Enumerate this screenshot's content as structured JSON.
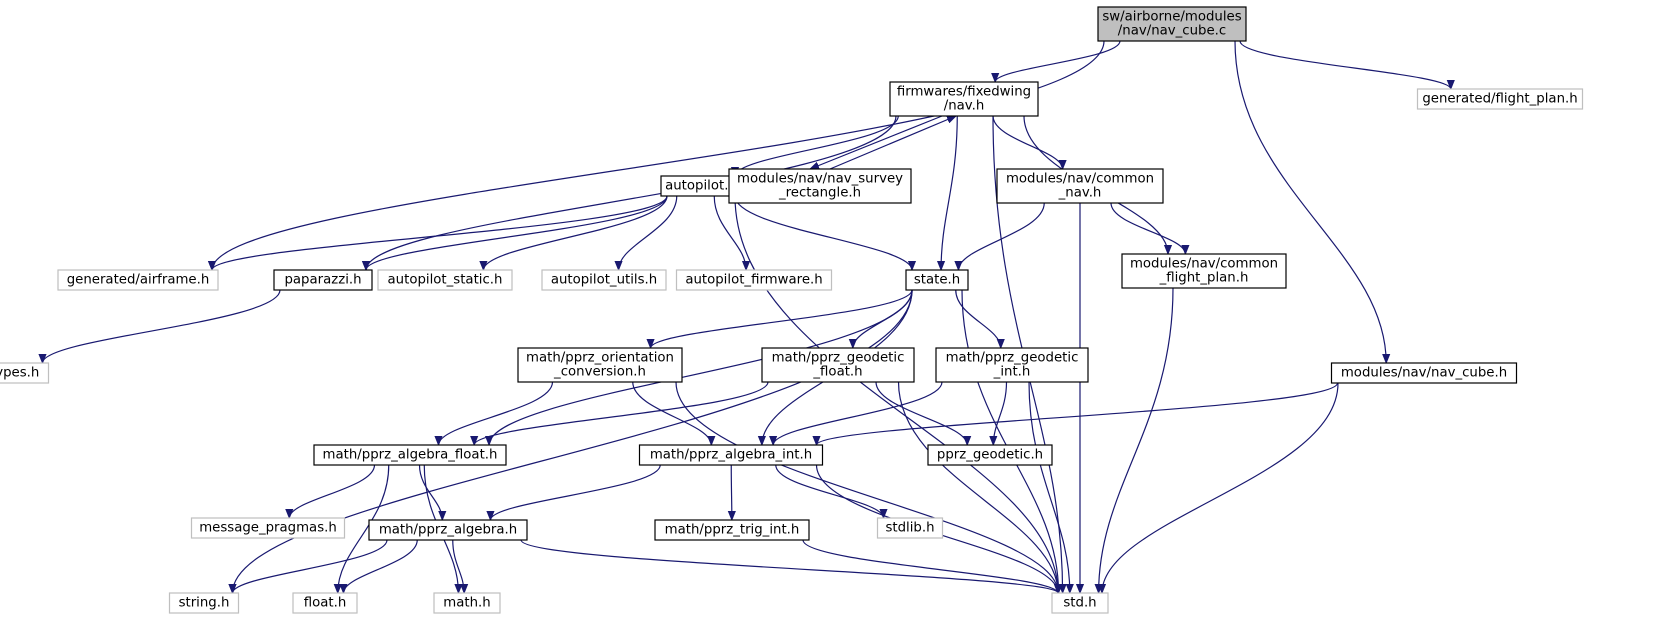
{
  "diagram": {
    "nodes": [
      {
        "id": "nav_cube_c",
        "lines": [
          "sw/airborne/modules",
          "/nav/nav_cube.c"
        ],
        "kind": "root"
      },
      {
        "id": "fixedwing_nav",
        "lines": [
          "firmwares/fixedwing",
          "/nav.h"
        ],
        "kind": "documented"
      },
      {
        "id": "flight_plan",
        "lines": [
          "generated/flight_plan.h"
        ],
        "kind": "external"
      },
      {
        "id": "autopilot",
        "lines": [
          "autopilot.h"
        ],
        "kind": "documented"
      },
      {
        "id": "nav_survey_rect",
        "lines": [
          "modules/nav/nav_survey",
          "_rectangle.h"
        ],
        "kind": "documented"
      },
      {
        "id": "common_nav",
        "lines": [
          "modules/nav/common",
          "_nav.h"
        ],
        "kind": "documented"
      },
      {
        "id": "airframe",
        "lines": [
          "generated/airframe.h"
        ],
        "kind": "external"
      },
      {
        "id": "paparazzi",
        "lines": [
          "paparazzi.h"
        ],
        "kind": "documented"
      },
      {
        "id": "autopilot_static",
        "lines": [
          "autopilot_static.h"
        ],
        "kind": "external"
      },
      {
        "id": "autopilot_utils",
        "lines": [
          "autopilot_utils.h"
        ],
        "kind": "external"
      },
      {
        "id": "autopilot_firmware",
        "lines": [
          "autopilot_firmware.h"
        ],
        "kind": "external"
      },
      {
        "id": "state",
        "lines": [
          "state.h"
        ],
        "kind": "documented"
      },
      {
        "id": "common_flight_plan",
        "lines": [
          "modules/nav/common",
          "_flight_plan.h"
        ],
        "kind": "documented"
      },
      {
        "id": "inttypes",
        "lines": [
          "inttypes.h"
        ],
        "kind": "external"
      },
      {
        "id": "orientation_conv",
        "lines": [
          "math/pprz_orientation",
          "_conversion.h"
        ],
        "kind": "documented"
      },
      {
        "id": "geodetic_float",
        "lines": [
          "math/pprz_geodetic",
          "_float.h"
        ],
        "kind": "documented"
      },
      {
        "id": "geodetic_int",
        "lines": [
          "math/pprz_geodetic",
          "_int.h"
        ],
        "kind": "documented"
      },
      {
        "id": "nav_cube_h",
        "lines": [
          "modules/nav/nav_cube.h"
        ],
        "kind": "documented"
      },
      {
        "id": "algebra_float",
        "lines": [
          "math/pprz_algebra_float.h"
        ],
        "kind": "documented"
      },
      {
        "id": "algebra_int",
        "lines": [
          "math/pprz_algebra_int.h"
        ],
        "kind": "documented"
      },
      {
        "id": "pprz_geodetic",
        "lines": [
          "pprz_geodetic.h"
        ],
        "kind": "documented"
      },
      {
        "id": "message_pragmas",
        "lines": [
          "message_pragmas.h"
        ],
        "kind": "external"
      },
      {
        "id": "algebra",
        "lines": [
          "math/pprz_algebra.h"
        ],
        "kind": "documented"
      },
      {
        "id": "trig_int",
        "lines": [
          "math/pprz_trig_int.h"
        ],
        "kind": "documented"
      },
      {
        "id": "stdlib",
        "lines": [
          "stdlib.h"
        ],
        "kind": "external"
      },
      {
        "id": "string",
        "lines": [
          "string.h"
        ],
        "kind": "external"
      },
      {
        "id": "float",
        "lines": [
          "float.h"
        ],
        "kind": "external"
      },
      {
        "id": "math",
        "lines": [
          "math.h"
        ],
        "kind": "external"
      },
      {
        "id": "std",
        "lines": [
          "std.h"
        ],
        "kind": "external"
      }
    ],
    "edges": [
      [
        "nav_cube_c",
        "fixedwing_nav"
      ],
      [
        "nav_cube_c",
        "flight_plan"
      ],
      [
        "nav_cube_c",
        "airframe"
      ],
      [
        "nav_cube_c",
        "nav_cube_h"
      ],
      [
        "fixedwing_nav",
        "autopilot"
      ],
      [
        "fixedwing_nav",
        "nav_survey_rect"
      ],
      [
        "fixedwing_nav",
        "common_nav"
      ],
      [
        "fixedwing_nav",
        "paparazzi"
      ],
      [
        "fixedwing_nav",
        "state"
      ],
      [
        "fixedwing_nav",
        "common_flight_plan"
      ],
      [
        "fixedwing_nav",
        "std"
      ],
      [
        "nav_survey_rect",
        "fixedwing_nav"
      ],
      [
        "autopilot",
        "airframe"
      ],
      [
        "autopilot",
        "paparazzi"
      ],
      [
        "autopilot",
        "autopilot_static"
      ],
      [
        "autopilot",
        "autopilot_utils"
      ],
      [
        "autopilot",
        "autopilot_firmware"
      ],
      [
        "autopilot",
        "state"
      ],
      [
        "autopilot",
        "std"
      ],
      [
        "common_nav",
        "state"
      ],
      [
        "common_nav",
        "common_flight_plan"
      ],
      [
        "common_nav",
        "std"
      ],
      [
        "paparazzi",
        "inttypes"
      ],
      [
        "state",
        "orientation_conv"
      ],
      [
        "state",
        "geodetic_float"
      ],
      [
        "state",
        "geodetic_int"
      ],
      [
        "state",
        "algebra_float"
      ],
      [
        "state",
        "algebra_int"
      ],
      [
        "state",
        "string"
      ],
      [
        "state",
        "std"
      ],
      [
        "common_flight_plan",
        "std"
      ],
      [
        "orientation_conv",
        "algebra_float"
      ],
      [
        "orientation_conv",
        "algebra_int"
      ],
      [
        "orientation_conv",
        "std"
      ],
      [
        "geodetic_float",
        "algebra_float"
      ],
      [
        "geodetic_float",
        "pprz_geodetic"
      ],
      [
        "geodetic_float",
        "std"
      ],
      [
        "geodetic_int",
        "algebra_int"
      ],
      [
        "geodetic_int",
        "pprz_geodetic"
      ],
      [
        "geodetic_int",
        "std"
      ],
      [
        "nav_cube_h",
        "algebra_int"
      ],
      [
        "nav_cube_h",
        "std"
      ],
      [
        "algebra_float",
        "message_pragmas"
      ],
      [
        "algebra_float",
        "algebra"
      ],
      [
        "algebra_float",
        "float"
      ],
      [
        "algebra_float",
        "math"
      ],
      [
        "algebra_int",
        "algebra"
      ],
      [
        "algebra_int",
        "trig_int"
      ],
      [
        "algebra_int",
        "stdlib"
      ],
      [
        "algebra_int",
        "std"
      ],
      [
        "algebra",
        "string"
      ],
      [
        "algebra",
        "float"
      ],
      [
        "algebra",
        "math"
      ],
      [
        "algebra",
        "std"
      ],
      [
        "trig_int",
        "std"
      ]
    ]
  }
}
